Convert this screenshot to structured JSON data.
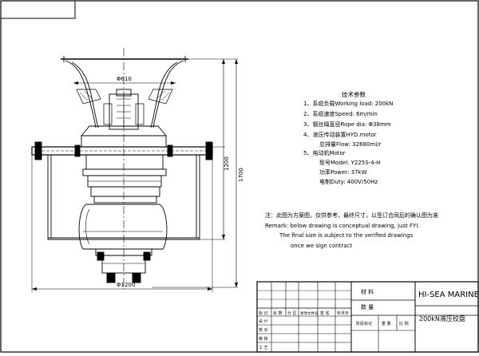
{
  "drawing": {
    "dimensions": {
      "top_diameter": "Φ610",
      "base_diameter": "Φ1200",
      "height_1200": "1200",
      "height_1700": "1700"
    }
  },
  "specs": {
    "title": "技术参数",
    "items": [
      "1、系缆负载Working load: 200kN",
      "2、系缆速度Speed: 6m/min",
      "3、钢丝绳直径Rope dia: Φ38mm",
      "4、液压传动装置HYD.motor",
      "总排量Flow: 32680ml/r",
      "5、电动机Motor",
      "型号Model: Y225S-4-H",
      "功率Power: 37kW",
      "电制Duty: 400V/50Hz"
    ]
  },
  "notes": {
    "cn": "注：此图为方案图，仅供参考，最终尺寸，以签订合同后的确认图为准",
    "en1": "Remark: below drawing is conceptual drawing, just FYI.",
    "en2": "The final size is subject to the verified drawings",
    "en3": "once we sign contract"
  },
  "title_block": {
    "material_label": "材 料",
    "quantity_label": "数 量",
    "company": "HI-SEA MARINE",
    "drawing_title": "200kN液压绞盘",
    "header_cells": [
      "标 记",
      "处 数",
      "分 区",
      "更改文件号",
      "签 名",
      "年月日"
    ],
    "row_labels": [
      "设 计",
      "校 对",
      "审 核",
      "工 艺"
    ],
    "mid_labels": [
      "阶段标记",
      "重 量",
      "比 例"
    ]
  }
}
